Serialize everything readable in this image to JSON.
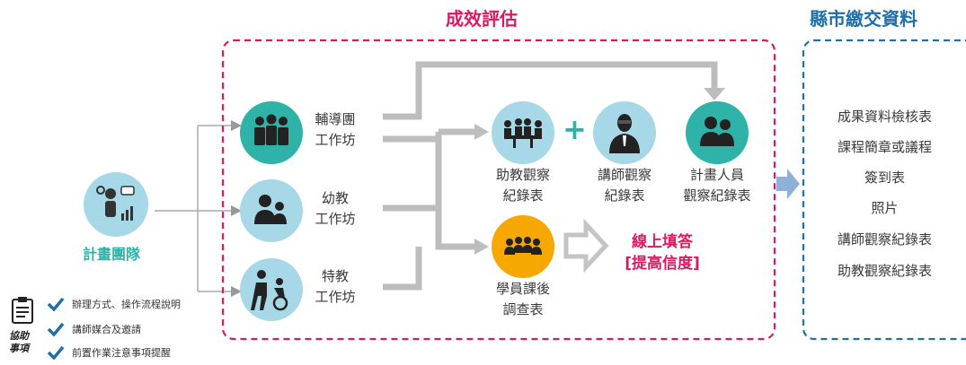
{
  "evaluation": {
    "title": "成效評估",
    "workshops": [
      {
        "line1": "輔導團",
        "line2": "工作坊",
        "icon": "team-group-icon"
      },
      {
        "line1": "幼教",
        "line2": "工作坊",
        "icon": "parent-child-icon"
      },
      {
        "line1": "特教",
        "line2": "工作坊",
        "icon": "wheelchair-assist-icon"
      }
    ],
    "records": [
      {
        "line1": "助教觀察",
        "line2": "紀錄表",
        "icon": "meeting-table-icon"
      },
      {
        "line1": "講師觀察",
        "line2": "紀錄表",
        "icon": "lecturer-icon"
      },
      {
        "line1": "計畫人員",
        "line2": "觀察紀錄表",
        "icon": "staff-pair-icon"
      }
    ],
    "plus": "+",
    "survey": {
      "line1": "學員課後",
      "line2": "調查表",
      "icon": "audience-icon"
    },
    "online": {
      "line1": "線上填答",
      "line2": "[提高信度]"
    }
  },
  "team": {
    "label": "計畫團隊",
    "icon": "presenter-chart-icon"
  },
  "assist": {
    "label_line1": "協助",
    "label_line2": "事項",
    "icon": "clipboard-icon",
    "items": [
      "辦理方式、操作流程說明",
      "講師媒合及邀請",
      "前置作業注意事項提醒"
    ]
  },
  "submission": {
    "title": "縣市繳交資料",
    "items": [
      "成果資料檢核表",
      "課程簡章或議程",
      "簽到表",
      "照片",
      "講師觀察紀錄表",
      "助教觀察紀錄表"
    ]
  },
  "colors": {
    "pink": "#d81b60",
    "teal": "#2fb3a8",
    "lightblue": "#a7d8e8",
    "blue": "#1f6fa8",
    "orange": "#f6a800",
    "gray": "#b3b3b3"
  }
}
